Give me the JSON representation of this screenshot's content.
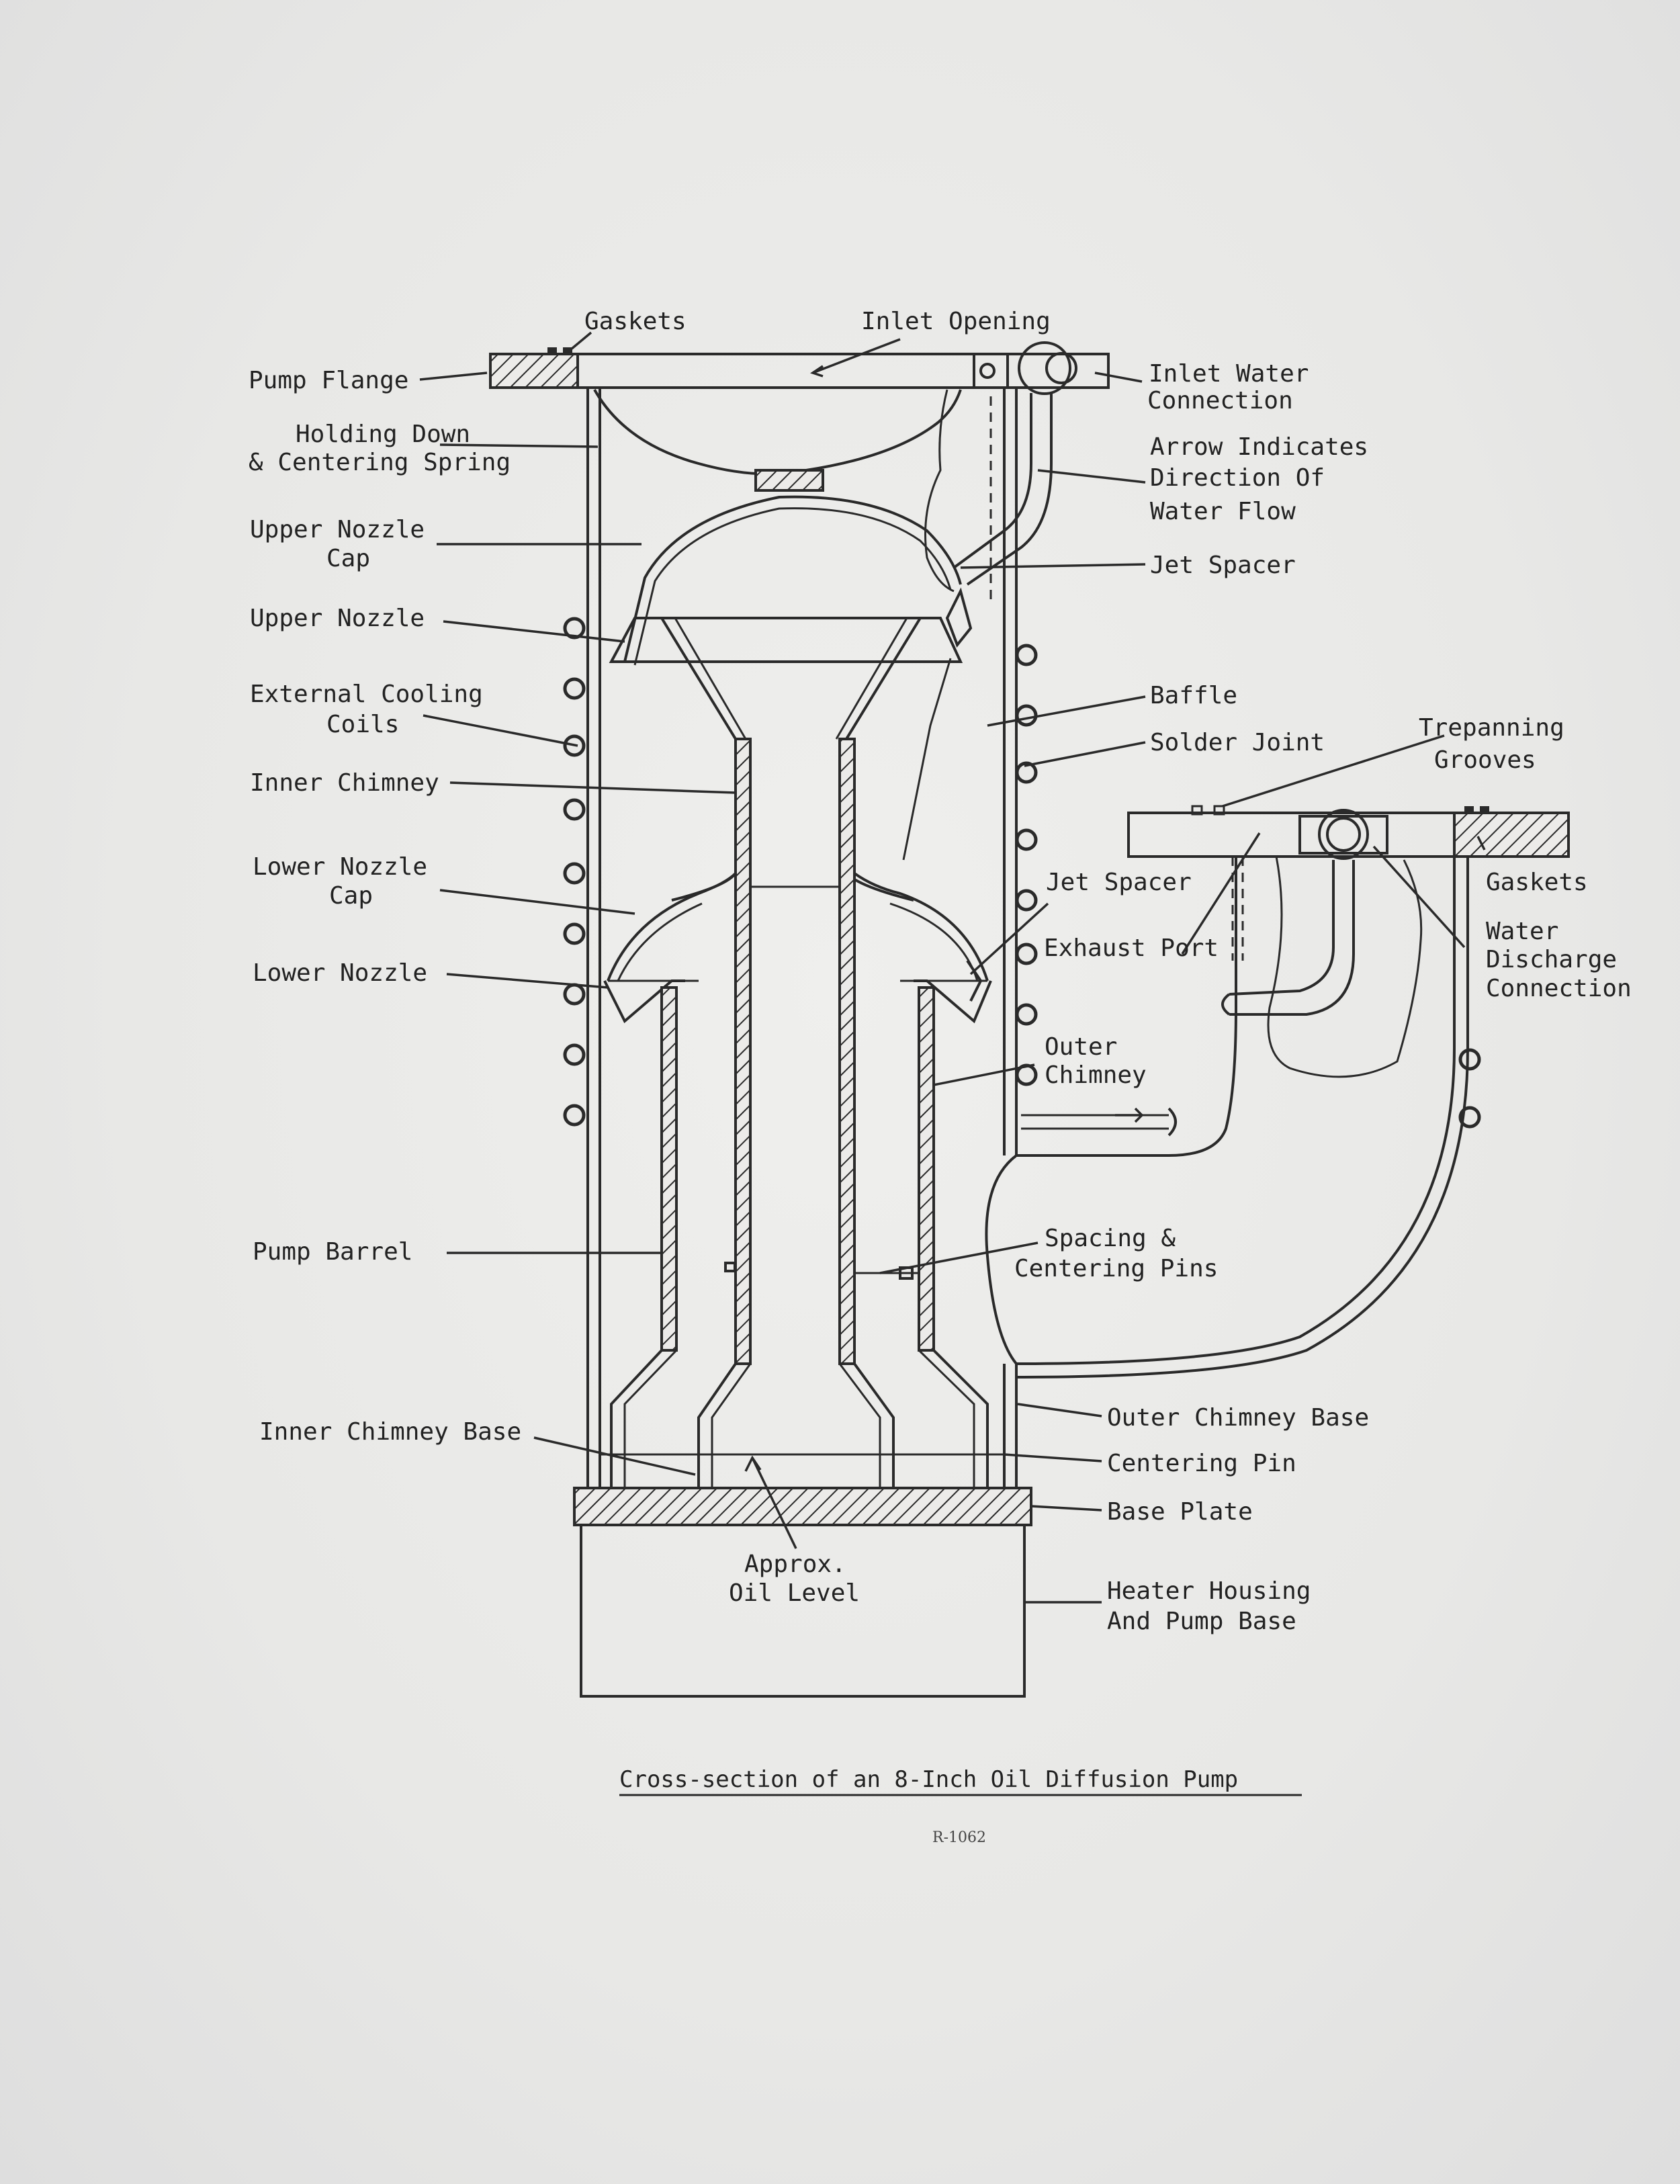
{
  "diagram": {
    "labels": {
      "gaskets_top": "Gaskets",
      "inlet_opening": "Inlet Opening",
      "pump_flange": "Pump Flange",
      "holding_down_1": "Holding Down",
      "holding_down_2": "& Centering Spring",
      "inlet_water_1": "Inlet Water",
      "inlet_water_2": "Connection",
      "arrow_indicates_1": "Arrow Indicates",
      "arrow_indicates_2": "Direction Of",
      "arrow_indicates_3": "Water Flow",
      "upper_nozzle_cap_1": "Upper Nozzle",
      "upper_nozzle_cap_2": "Cap",
      "jet_spacer_top": "Jet Spacer",
      "upper_nozzle": "Upper Nozzle",
      "external_cooling_1": "External Cooling",
      "external_cooling_2": "Coils",
      "baffle": "Baffle",
      "solder_joint": "Solder Joint",
      "trepanning_1": "Trepanning",
      "trepanning_2": "Grooves",
      "inner_chimney": "Inner Chimney",
      "lower_nozzle_cap_1": "Lower Nozzle",
      "lower_nozzle_cap_2": "Cap",
      "jet_spacer_lower": "Jet Spacer",
      "gaskets_right": "Gaskets",
      "exhaust_port": "Exhaust Port",
      "water_discharge_1": "Water",
      "water_discharge_2": "Discharge",
      "water_discharge_3": "Connection",
      "lower_nozzle": "Lower Nozzle",
      "outer_chimney_1": "Outer",
      "outer_chimney_2": "Chimney",
      "spacing_pins_1": "Spacing &",
      "spacing_pins_2": "Centering Pins",
      "pump_barrel": "Pump Barrel",
      "inner_chimney_base": "Inner Chimney Base",
      "outer_chimney_base": "Outer Chimney Base",
      "centering_pin": "Centering Pin",
      "base_plate": "Base Plate",
      "oil_level_1": "Approx.",
      "oil_level_2": "Oil Level",
      "heater_housing_1": "Heater Housing",
      "heater_housing_2": "And Pump Base"
    },
    "caption": "Cross-section of an 8-Inch Oil Diffusion Pump",
    "ref_number": "R-1062"
  }
}
